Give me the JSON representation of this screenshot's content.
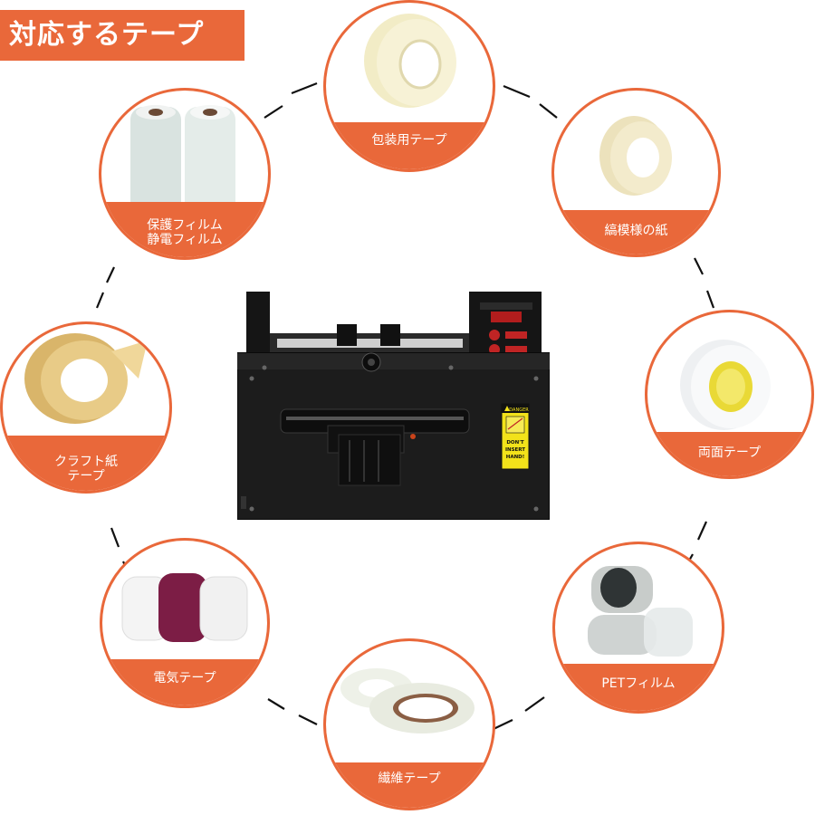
{
  "title": "対応するテープ",
  "tapes": [
    {
      "id": "packaging",
      "label_lines": [
        "包装用テープ"
      ]
    },
    {
      "id": "masking",
      "label_lines": [
        "縞模様の紙"
      ]
    },
    {
      "id": "double-sided",
      "label_lines": [
        "両面テープ"
      ]
    },
    {
      "id": "pet-film",
      "label_lines": [
        "PETフィルム"
      ]
    },
    {
      "id": "fiber",
      "label_lines": [
        "繊維テープ"
      ]
    },
    {
      "id": "electrical",
      "label_lines": [
        "電気テープ"
      ]
    },
    {
      "id": "kraft",
      "label_lines": [
        "クラフト紙",
        "テープ"
      ]
    },
    {
      "id": "protective",
      "label_lines": [
        "保護フィルム",
        "静電フィルム"
      ]
    }
  ],
  "machine": {
    "warning_label": {
      "header": "DANGER",
      "lines": [
        "DON'T",
        "INSERT",
        "HAND!"
      ]
    }
  },
  "colors": {
    "accent": "#e9683a",
    "machine_body": "#1c1c1c",
    "warning_yellow": "#f2e21a"
  }
}
